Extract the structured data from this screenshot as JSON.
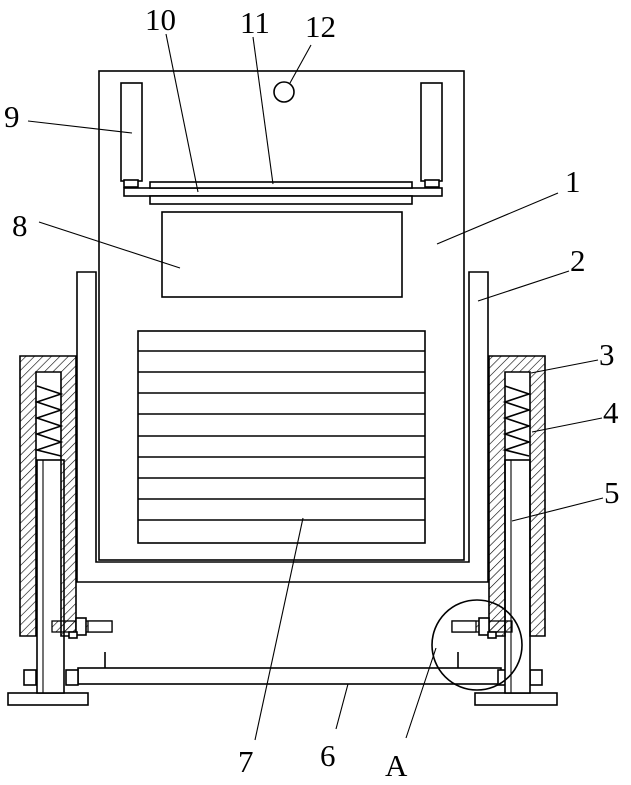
{
  "diagram": {
    "labels": {
      "l1": "1",
      "l2": "2",
      "l3": "3",
      "l4": "4",
      "l5": "5",
      "l6": "6",
      "l7": "7",
      "l8": "8",
      "l9": "9",
      "l10": "10",
      "l11": "11",
      "l12": "12",
      "lA": "A"
    }
  }
}
